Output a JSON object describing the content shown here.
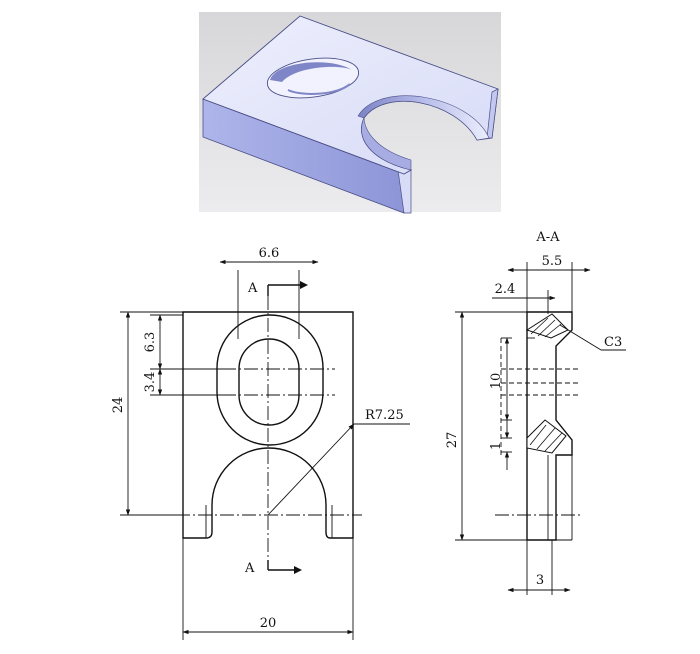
{
  "render": {
    "title": "3D rendering of bracket plate",
    "colors": {
      "bg_top": "#d7d7d9",
      "bg_bottom": "#ececee",
      "face_top": "#e6e9fb",
      "face_front": "#9ea6e2",
      "face_side": "#c3c8f0",
      "bore_inner": "#8d93cf",
      "edge": "#4a4f86"
    }
  },
  "front_view": {
    "dim_top_slot_width": "6.6",
    "dim_slot_offset": "6.3",
    "dim_slot_width_v": "3.4",
    "dim_height": "24",
    "dim_radius": "R7.25",
    "dim_width": "20",
    "section_label_top": "A",
    "section_label_bottom": "A"
  },
  "section_view": {
    "title": "A-A",
    "dim_thickness": "5.5",
    "dim_step": "2.4",
    "dim_chamfer": "C3",
    "dim_bore": "10",
    "dim_height": "27",
    "dim_lip": "1",
    "dim_flange": "3"
  }
}
